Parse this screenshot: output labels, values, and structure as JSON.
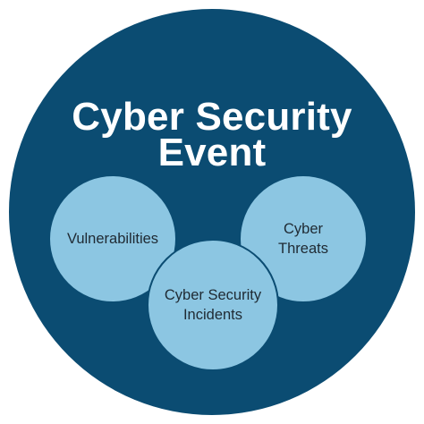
{
  "title": {
    "line1": "Cyber Security",
    "line2": "Event"
  },
  "circles": {
    "vulnerabilities": {
      "line1": "Vulnerabilities"
    },
    "threats": {
      "line1": "Cyber",
      "line2": "Threats"
    },
    "incidents": {
      "line1": "Cyber Security",
      "line2": "Incidents"
    }
  },
  "colors": {
    "outer": "#0b4c72",
    "inner": "#8cc6e2",
    "title_text": "#ffffff",
    "inner_text": "#1f2a33"
  }
}
